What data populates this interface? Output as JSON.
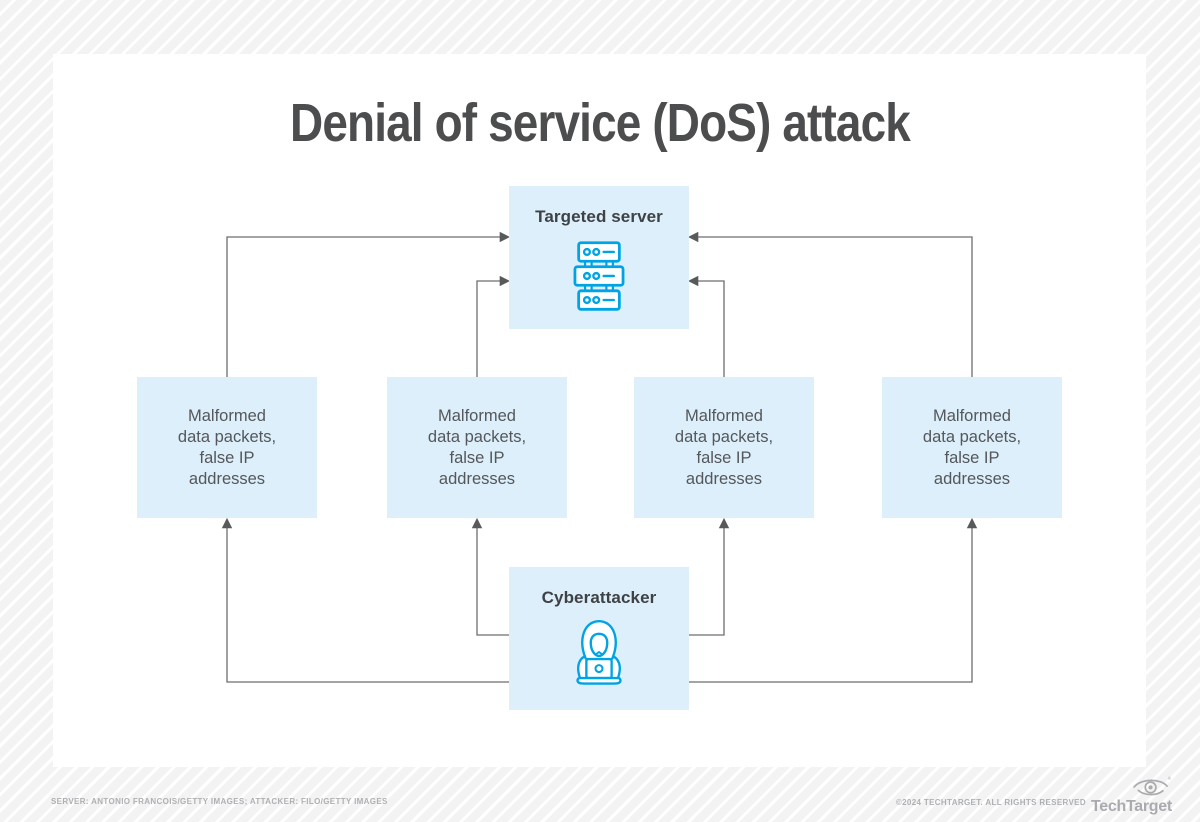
{
  "title": "Denial of service (DoS) attack",
  "nodes": {
    "server": {
      "label": "Targeted server",
      "icon": "server-rack-icon"
    },
    "attacker": {
      "label": "Cyberattacker",
      "icon": "hooded-hacker-icon"
    },
    "packets": [
      {
        "label": "Malformed\ndata packets,\nfalse IP\naddresses"
      },
      {
        "label": "Malformed\ndata packets,\nfalse IP\naddresses"
      },
      {
        "label": "Malformed\ndata packets,\nfalse IP\naddresses"
      },
      {
        "label": "Malformed\ndata packets,\nfalse IP\naddresses"
      }
    ]
  },
  "connections": [
    "packet-1 -> targeted-server",
    "packet-2 -> targeted-server",
    "packet-3 -> targeted-server",
    "packet-4 -> targeted-server",
    "cyberattacker -> packet-1",
    "cyberattacker -> packet-2",
    "cyberattacker -> packet-3",
    "cyberattacker -> packet-4"
  ],
  "footer": {
    "credit": "SERVER: ANTONIO FRANCOIS/GETTY IMAGES; ATTACKER: FILO/GETTY IMAGES",
    "copyright": "©2024 TECHTARGET. ALL RIGHTS RESERVED",
    "brand": "TechTarget",
    "brand_logo": "techtarget-eye-logo"
  },
  "colors": {
    "node_fill": "#ddeffa",
    "icon_stroke": "#00a3e3",
    "connector": "#6d6e71",
    "title_text": "#4c4d4f",
    "label_text": "#3f4245",
    "body_text": "#54575b",
    "footer_text": "#aeb0b3"
  }
}
